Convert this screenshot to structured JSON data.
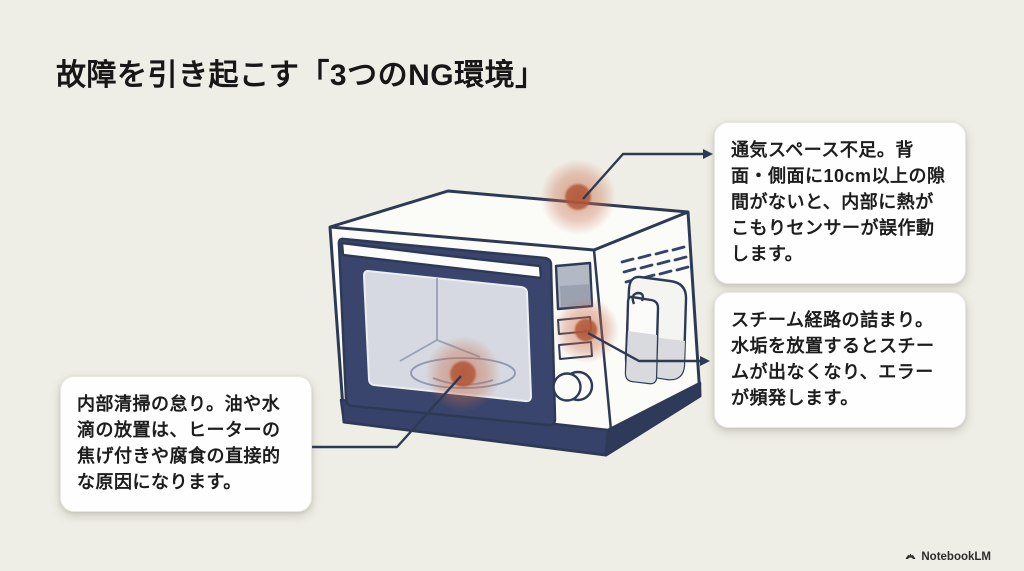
{
  "page": {
    "title": "故障を引き起こす「3つのNG環境」",
    "background": "#efeee6"
  },
  "callouts": [
    {
      "name": "ventilation-shortage",
      "text": "通気スペース不足。背面・側面に10cm以上の隙間がないと、内部に熱がこもりセンサーが誤作動します。"
    },
    {
      "name": "steam-path-clog",
      "text": "スチーム経路の詰まり。水垢を放置するとスチームが出なくなり、エラーが頻発します。"
    },
    {
      "name": "interior-cleaning-neglect",
      "text": "内部清掃の怠り。油や水滴の放置は、ヒーターの焦げ付きや腐食の直接的な原因になります。"
    }
  ],
  "illustration": {
    "subject": "steam-microwave-oven",
    "hotspots": [
      {
        "name": "top-rear-vent-area"
      },
      {
        "name": "control-panel-steam-area"
      },
      {
        "name": "cavity-turntable-area"
      }
    ]
  },
  "watermark": {
    "label": "NotebookLM"
  },
  "colors": {
    "background": "#efeee6",
    "outline": "#2e3a55",
    "hotspot": "#b75a3a",
    "card": "#fefefe",
    "text": "#1d1d1d",
    "glass": "#d6d9e1"
  }
}
